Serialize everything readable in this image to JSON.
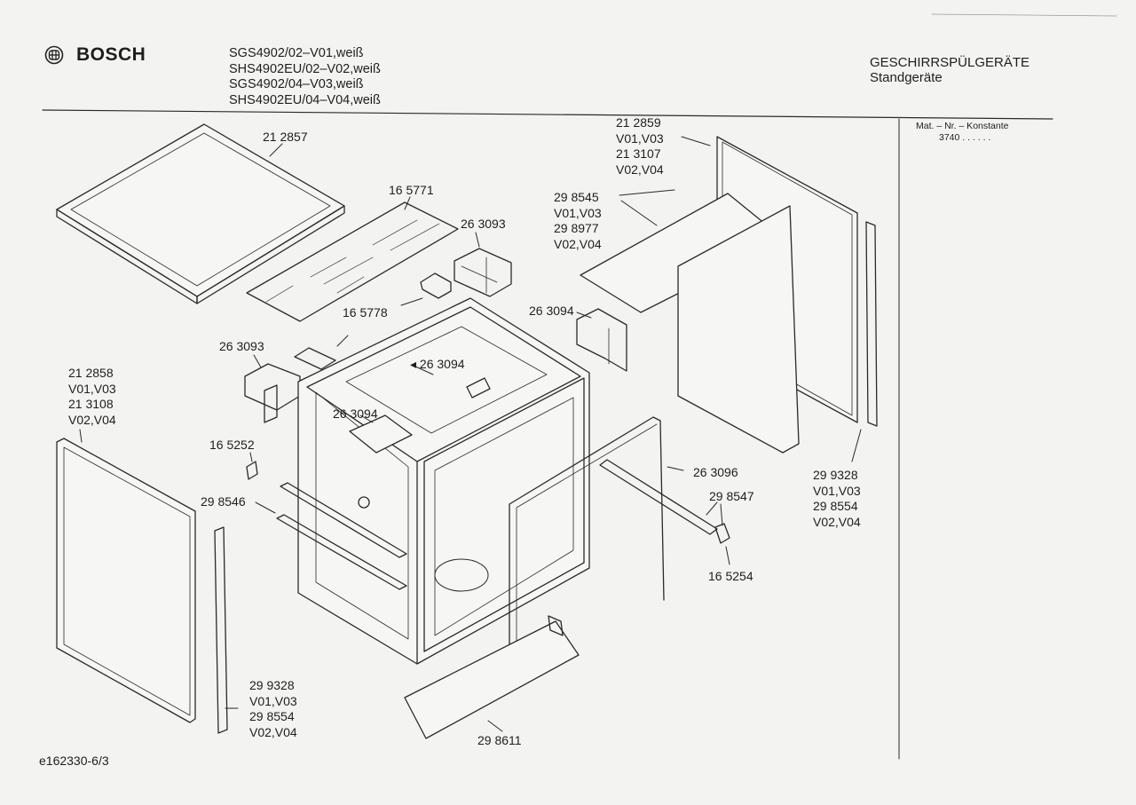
{
  "header": {
    "brand": "BOSCH",
    "models": [
      "SGS4902/02–V01,weiß",
      "SHS4902EU/02–V02,weiß",
      "SGS4902/04–V03,weiß",
      "SHS4902EU/04–V04,weiß"
    ],
    "category": "GESCHIRRSPÜLGERÄTE",
    "subcategory": "Standgeräte",
    "mat_nr_label": "Mat. – Nr. – Konstante",
    "mat_nr_value": "3740 . .  . . . ."
  },
  "footer": {
    "drawing_id": "e162330-6/3"
  },
  "parts": [
    {
      "id": "p-212857",
      "text": "21 2857"
    },
    {
      "id": "p-165771",
      "text": "16 5771"
    },
    {
      "id": "p-263093-a",
      "text": "26 3093"
    },
    {
      "id": "p-212859",
      "text": "21 2859\nV01,V03\n21 3107\nV02,V04"
    },
    {
      "id": "p-298545",
      "text": "29 8545\nV01,V03\n29 8977\nV02,V04"
    },
    {
      "id": "p-165778",
      "text": "16 5778"
    },
    {
      "id": "p-263094-a",
      "text": "26 3094"
    },
    {
      "id": "p-263093-b",
      "text": "26 3093"
    },
    {
      "id": "p-263094-b",
      "text": "26 3094"
    },
    {
      "id": "p-212858",
      "text": "21 2858\nV01,V03\n21 3108\nV02,V04"
    },
    {
      "id": "p-263094-c",
      "text": "26 3094"
    },
    {
      "id": "p-165252",
      "text": "16 5252"
    },
    {
      "id": "p-263096",
      "text": "26 3096"
    },
    {
      "id": "p-299328-r",
      "text": "29 9328\nV01,V03\n29 8554\nV02,V04"
    },
    {
      "id": "p-298546",
      "text": "29 8546"
    },
    {
      "id": "p-298547",
      "text": "29 8547"
    },
    {
      "id": "p-165254",
      "text": "16 5254"
    },
    {
      "id": "p-299328-l",
      "text": "29 9328\nV01,V03\n29 8554\nV02,V04"
    },
    {
      "id": "p-298611",
      "text": "29 8611"
    }
  ]
}
